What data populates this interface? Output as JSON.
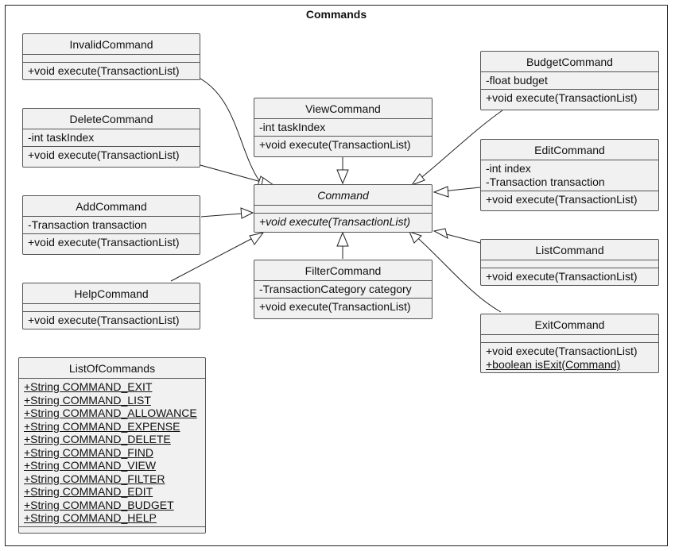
{
  "package": {
    "title": "Commands"
  },
  "classes": {
    "invalid": {
      "name": "InvalidCommand",
      "methods": [
        "+void execute(TransactionList)"
      ]
    },
    "delete": {
      "name": "DeleteCommand",
      "fields": [
        "-int taskIndex"
      ],
      "methods": [
        "+void execute(TransactionList)"
      ]
    },
    "add": {
      "name": "AddCommand",
      "fields": [
        "-Transaction transaction"
      ],
      "methods": [
        "+void execute(TransactionList)"
      ]
    },
    "help": {
      "name": "HelpCommand",
      "methods": [
        "+void execute(TransactionList)"
      ]
    },
    "view": {
      "name": "ViewCommand",
      "fields": [
        "-int taskIndex"
      ],
      "methods": [
        "+void execute(TransactionList)"
      ]
    },
    "command": {
      "name": "Command",
      "methods": [
        "+void execute(TransactionList)"
      ]
    },
    "filter": {
      "name": "FilterCommand",
      "fields": [
        "-TransactionCategory category"
      ],
      "methods": [
        "+void execute(TransactionList)"
      ]
    },
    "budget": {
      "name": "BudgetCommand",
      "fields": [
        "-float budget"
      ],
      "methods": [
        "+void execute(TransactionList)"
      ]
    },
    "edit": {
      "name": "EditCommand",
      "fields": [
        "-int index",
        "-Transaction transaction"
      ],
      "methods": [
        "+void execute(TransactionList)"
      ]
    },
    "list": {
      "name": "ListCommand",
      "methods": [
        "+void execute(TransactionList)"
      ]
    },
    "exit": {
      "name": "ExitCommand",
      "methods": [
        "+void execute(TransactionList)",
        "+boolean isExit(Command)"
      ]
    },
    "listof": {
      "name": "ListOfCommands",
      "fields": [
        "+String COMMAND_EXIT",
        "+String COMMAND_LIST",
        "+String COMMAND_ALLOWANCE",
        "+String COMMAND_EXPENSE",
        "+String COMMAND_DELETE",
        "+String COMMAND_FIND",
        "+String COMMAND_VIEW",
        "+String COMMAND_FILTER",
        "+String COMMAND_EDIT",
        "+String COMMAND_BUDGET",
        "+String COMMAND_HELP"
      ]
    }
  },
  "edges": [
    {
      "from": "invalid",
      "to": "command",
      "type": "generalization"
    },
    {
      "from": "delete",
      "to": "command",
      "type": "generalization"
    },
    {
      "from": "add",
      "to": "command",
      "type": "generalization"
    },
    {
      "from": "help",
      "to": "command",
      "type": "generalization"
    },
    {
      "from": "view",
      "to": "command",
      "type": "generalization"
    },
    {
      "from": "filter",
      "to": "command",
      "type": "generalization"
    },
    {
      "from": "budget",
      "to": "command",
      "type": "generalization"
    },
    {
      "from": "edit",
      "to": "command",
      "type": "generalization"
    },
    {
      "from": "list",
      "to": "command",
      "type": "generalization"
    },
    {
      "from": "exit",
      "to": "command",
      "type": "generalization"
    }
  ]
}
